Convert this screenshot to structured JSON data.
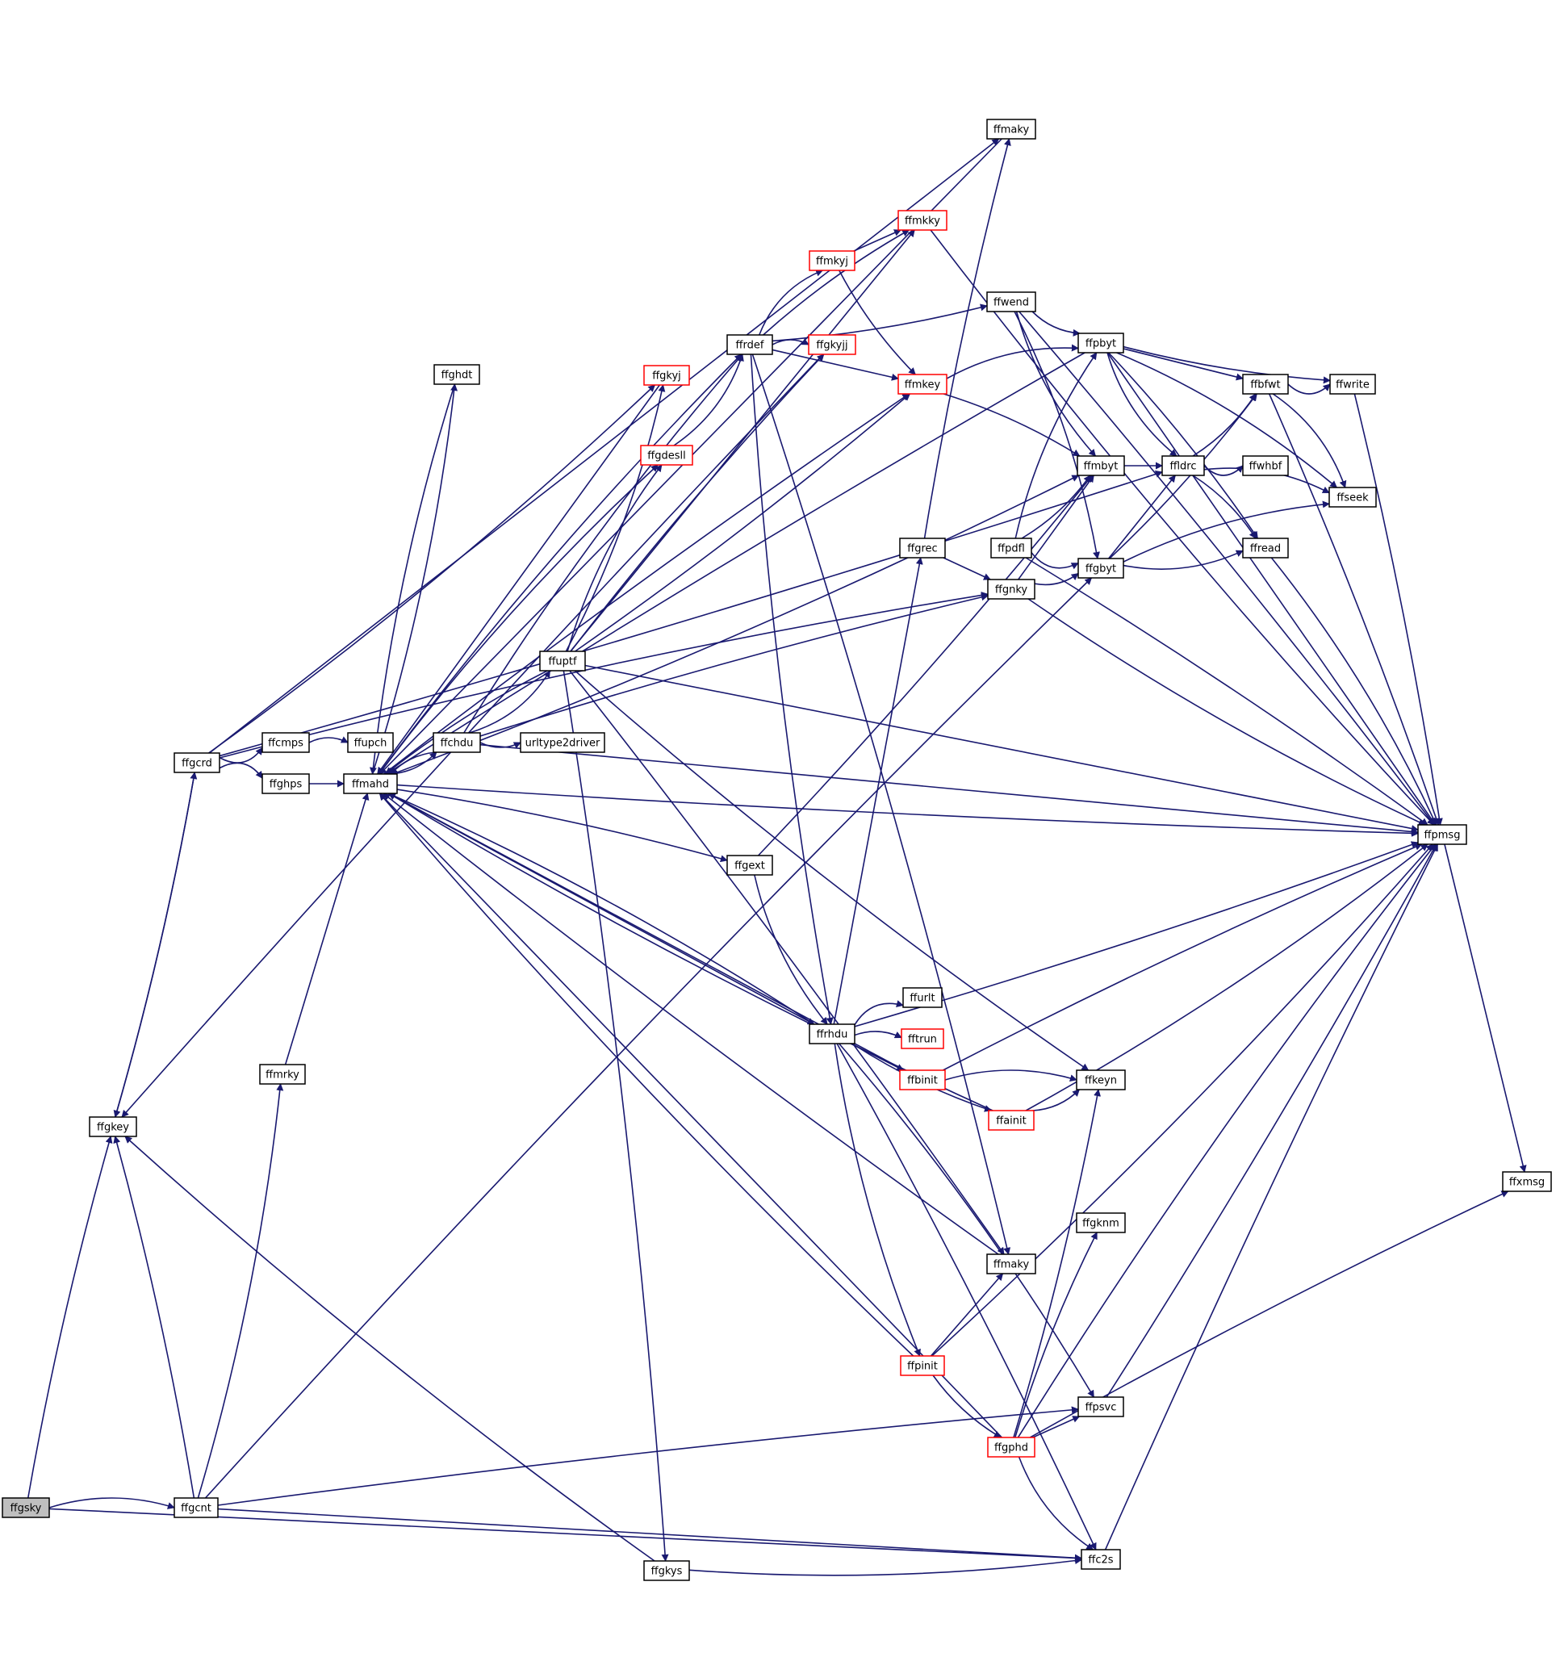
{
  "colors": {
    "edge": "#191970",
    "node_border": "#000000",
    "node_border_red": "#ff0000",
    "node_fill": "#ffffff",
    "root_fill": "#bfbfbf",
    "text": "#000000"
  },
  "nodes": [
    {
      "id": "ffgsky",
      "label": "ffgsky",
      "style": "root"
    },
    {
      "id": "ffgcnt",
      "label": "ffgcnt",
      "style": "normal"
    },
    {
      "id": "ffgkey",
      "label": "ffgkey",
      "style": "normal"
    },
    {
      "id": "ffgcrd",
      "label": "ffgcrd",
      "style": "normal"
    },
    {
      "id": "ffcmps",
      "label": "ffcmps",
      "style": "normal"
    },
    {
      "id": "ffghps",
      "label": "ffghps",
      "style": "normal"
    },
    {
      "id": "ffupch",
      "label": "ffupch",
      "style": "normal"
    },
    {
      "id": "ffmahd",
      "label": "ffmahd",
      "style": "normal"
    },
    {
      "id": "ffmrky",
      "label": "ffmrky",
      "style": "normal"
    },
    {
      "id": "ffghdt",
      "label": "ffghdt",
      "style": "normal"
    },
    {
      "id": "ffchdu",
      "label": "ffchdu",
      "style": "normal"
    },
    {
      "id": "urltype2driver",
      "label": "urltype2driver",
      "style": "normal"
    },
    {
      "id": "ffuptf",
      "label": "ffuptf",
      "style": "normal"
    },
    {
      "id": "ffgkyj",
      "label": "ffgkyj",
      "style": "red"
    },
    {
      "id": "ffgdesll",
      "label": "ffgdesll",
      "style": "red"
    },
    {
      "id": "ffrdef",
      "label": "ffrdef",
      "style": "normal"
    },
    {
      "id": "ffgkyjj",
      "label": "ffgkyjj",
      "style": "red"
    },
    {
      "id": "ffmkyj",
      "label": "ffmkyj",
      "style": "red"
    },
    {
      "id": "ffmkky",
      "label": "ffmkky",
      "style": "red"
    },
    {
      "id": "ffmkey",
      "label": "ffmkey",
      "style": "red"
    },
    {
      "id": "ffmaky_top",
      "label": "ffmaky",
      "style": "normal"
    },
    {
      "id": "ffwend",
      "label": "ffwend",
      "style": "normal"
    },
    {
      "id": "ffpbyt",
      "label": "ffpbyt",
      "style": "normal"
    },
    {
      "id": "ffbfwt",
      "label": "ffbfwt",
      "style": "normal"
    },
    {
      "id": "ffwrite",
      "label": "ffwrite",
      "style": "normal"
    },
    {
      "id": "ffmbyt",
      "label": "ffmbyt",
      "style": "normal"
    },
    {
      "id": "ffldrc",
      "label": "ffldrc",
      "style": "normal"
    },
    {
      "id": "ffwhbf",
      "label": "ffwhbf",
      "style": "normal"
    },
    {
      "id": "ffseek",
      "label": "ffseek",
      "style": "normal"
    },
    {
      "id": "ffread",
      "label": "ffread",
      "style": "normal"
    },
    {
      "id": "ffgrec",
      "label": "ffgrec",
      "style": "normal"
    },
    {
      "id": "ffpdfl",
      "label": "ffpdfl",
      "style": "normal"
    },
    {
      "id": "ffgnky",
      "label": "ffgnky",
      "style": "normal"
    },
    {
      "id": "ffgbyt",
      "label": "ffgbyt",
      "style": "normal"
    },
    {
      "id": "ffpmsg",
      "label": "ffpmsg",
      "style": "normal"
    },
    {
      "id": "ffxmsg",
      "label": "ffxmsg",
      "style": "normal"
    },
    {
      "id": "ffgext",
      "label": "ffgext",
      "style": "normal"
    },
    {
      "id": "ffrhdu",
      "label": "ffrhdu",
      "style": "normal"
    },
    {
      "id": "ffurlt",
      "label": "ffurlt",
      "style": "normal"
    },
    {
      "id": "fftrun",
      "label": "fftrun",
      "style": "red"
    },
    {
      "id": "ffbinit",
      "label": "ffbinit",
      "style": "red"
    },
    {
      "id": "ffkeyn",
      "label": "ffkeyn",
      "style": "normal"
    },
    {
      "id": "ffainit",
      "label": "ffainit",
      "style": "red"
    },
    {
      "id": "ffgknm",
      "label": "ffgknm",
      "style": "normal"
    },
    {
      "id": "ffmaky_bot",
      "label": "ffmaky",
      "style": "normal"
    },
    {
      "id": "ffpinit",
      "label": "ffpinit",
      "style": "red"
    },
    {
      "id": "ffpsvc",
      "label": "ffpsvc",
      "style": "normal"
    },
    {
      "id": "ffgphd",
      "label": "ffgphd",
      "style": "red"
    },
    {
      "id": "ffgkys",
      "label": "ffgkys",
      "style": "normal"
    },
    {
      "id": "ffc2s",
      "label": "ffc2s",
      "style": "normal"
    }
  ],
  "edges": [
    [
      "ffgsky",
      "ffgcnt"
    ],
    [
      "ffgsky",
      "ffgkey"
    ],
    [
      "ffgsky",
      "ffc2s"
    ],
    [
      "ffgcnt",
      "ffgkey"
    ],
    [
      "ffgcnt",
      "ffmrky"
    ],
    [
      "ffgcnt",
      "ffgbyt"
    ],
    [
      "ffgcnt",
      "ffpsvc"
    ],
    [
      "ffgcnt",
      "ffc2s"
    ],
    [
      "ffgkey",
      "ffgcrd"
    ],
    [
      "ffgcrd",
      "ffcmps"
    ],
    [
      "ffgcrd",
      "ffghps"
    ],
    [
      "ffgcrd",
      "ffgkey"
    ],
    [
      "ffgcrd",
      "ffmaky_top"
    ],
    [
      "ffgcrd",
      "ffldrc"
    ],
    [
      "ffgcrd",
      "ffgkyj"
    ],
    [
      "ffgcrd",
      "ffgnky"
    ],
    [
      "ffcmps",
      "ffupch"
    ],
    [
      "ffghps",
      "ffmahd"
    ],
    [
      "ffmahd",
      "ffchdu"
    ],
    [
      "ffmahd",
      "ffghdt"
    ],
    [
      "ffmahd",
      "ffrdef"
    ],
    [
      "ffmahd",
      "ffgext"
    ],
    [
      "ffmahd",
      "ffrhdu"
    ],
    [
      "ffmahd",
      "ffpmsg"
    ],
    [
      "ffmahd",
      "ffmbyt"
    ],
    [
      "ffmahd",
      "ffgdesll"
    ],
    [
      "ffmahd",
      "ffmkey"
    ],
    [
      "ffmrky",
      "ffmahd"
    ],
    [
      "ffchdu",
      "urltype2driver"
    ],
    [
      "ffchdu",
      "ffuptf"
    ],
    [
      "ffchdu",
      "ffrdef"
    ],
    [
      "ffchdu",
      "ffgnky"
    ],
    [
      "ffchdu",
      "ffpmsg"
    ],
    [
      "ffchdu",
      "ffmahd"
    ],
    [
      "ffuptf",
      "ffgkyj"
    ],
    [
      "ffuptf",
      "ffgdesll"
    ],
    [
      "ffuptf",
      "ffgkyjj"
    ],
    [
      "ffuptf",
      "ffmkky"
    ],
    [
      "ffuptf",
      "ffmkey"
    ],
    [
      "ffuptf",
      "ffkeyn"
    ],
    [
      "ffuptf",
      "ffgkys"
    ],
    [
      "ffuptf",
      "ffmaky_bot"
    ],
    [
      "ffuptf",
      "ffpmsg"
    ],
    [
      "ffuptf",
      "ffmahd"
    ],
    [
      "ffgdesll",
      "ffrdef"
    ],
    [
      "ffrdef",
      "ffmkyj"
    ],
    [
      "ffrdef",
      "ffgkyjj"
    ],
    [
      "ffrdef",
      "ffmkey"
    ],
    [
      "ffrdef",
      "ffwend"
    ],
    [
      "ffrdef",
      "ffrhdu"
    ],
    [
      "ffrdef",
      "ffmaky_bot"
    ],
    [
      "ffrdef",
      "ffmkky"
    ],
    [
      "ffmkyj",
      "ffmkky"
    ],
    [
      "ffmkyj",
      "ffmkey"
    ],
    [
      "ffmkky",
      "ffpmsg"
    ],
    [
      "ffmkey",
      "ffpbyt"
    ],
    [
      "ffmkey",
      "ffmbyt"
    ],
    [
      "ffmaky_top",
      "ffmahd"
    ],
    [
      "ffwend",
      "ffpbyt"
    ],
    [
      "ffwend",
      "ffmbyt"
    ],
    [
      "ffwend",
      "ffgbyt"
    ],
    [
      "ffwend",
      "ffpmsg"
    ],
    [
      "ffpbyt",
      "ffbfwt"
    ],
    [
      "ffpbyt",
      "ffwrite"
    ],
    [
      "ffpbyt",
      "ffldrc"
    ],
    [
      "ffpbyt",
      "ffseek"
    ],
    [
      "ffpbyt",
      "ffread"
    ],
    [
      "ffpbyt",
      "ffpmsg"
    ],
    [
      "ffpbyt",
      "ffmahd"
    ],
    [
      "ffbfwt",
      "ffwrite"
    ],
    [
      "ffbfwt",
      "ffseek"
    ],
    [
      "ffbfwt",
      "ffpmsg"
    ],
    [
      "ffmbyt",
      "ffldrc"
    ],
    [
      "ffldrc",
      "ffbfwt"
    ],
    [
      "ffldrc",
      "ffwhbf"
    ],
    [
      "ffldrc",
      "ffseek"
    ],
    [
      "ffldrc",
      "ffread"
    ],
    [
      "ffgbyt",
      "ffldrc"
    ],
    [
      "ffgbyt",
      "ffbfwt"
    ],
    [
      "ffgbyt",
      "ffread"
    ],
    [
      "ffgbyt",
      "ffseek"
    ],
    [
      "ffgrec",
      "ffmaky_top"
    ],
    [
      "ffgrec",
      "ffgnky"
    ],
    [
      "ffpdfl",
      "ffmbyt"
    ],
    [
      "ffpdfl",
      "ffgbyt"
    ],
    [
      "ffpdfl",
      "ffpbyt"
    ],
    [
      "ffpdfl",
      "ffpmsg"
    ],
    [
      "ffgnky",
      "ffmbyt"
    ],
    [
      "ffgnky",
      "ffgbyt"
    ],
    [
      "ffgnky",
      "ffpmsg"
    ],
    [
      "ffread",
      "ffpmsg"
    ],
    [
      "ffwrite",
      "ffpmsg"
    ],
    [
      "ffpmsg",
      "ffxmsg"
    ],
    [
      "ffgext",
      "ffmbyt"
    ],
    [
      "ffgext",
      "ffrhdu"
    ],
    [
      "ffrhdu",
      "ffurlt"
    ],
    [
      "ffrhdu",
      "fftrun"
    ],
    [
      "ffrhdu",
      "ffbinit"
    ],
    [
      "ffrhdu",
      "ffainit"
    ],
    [
      "ffrhdu",
      "ffpinit"
    ],
    [
      "ffrhdu",
      "ffpsvc"
    ],
    [
      "ffrhdu",
      "ffc2s"
    ],
    [
      "ffrhdu",
      "ffgrec"
    ],
    [
      "ffrhdu",
      "ffpmsg"
    ],
    [
      "ffrhdu",
      "ffmahd"
    ],
    [
      "ffbinit",
      "ffkeyn"
    ],
    [
      "ffbinit",
      "ffpmsg"
    ],
    [
      "ffbinit",
      "ffmahd"
    ],
    [
      "ffainit",
      "ffkeyn"
    ],
    [
      "ffainit",
      "ffpmsg"
    ],
    [
      "ffainit",
      "ffmahd"
    ],
    [
      "ffmaky_bot",
      "ffmahd"
    ],
    [
      "ffpinit",
      "ffmaky_bot"
    ],
    [
      "ffpinit",
      "ffgphd"
    ],
    [
      "ffpinit",
      "ffpmsg"
    ],
    [
      "ffpinit",
      "ffmahd"
    ],
    [
      "ffgphd",
      "ffgknm"
    ],
    [
      "ffgphd",
      "ffpsvc"
    ],
    [
      "ffgphd",
      "ffkeyn"
    ],
    [
      "ffgphd",
      "ffc2s"
    ],
    [
      "ffgphd",
      "ffpmsg"
    ],
    [
      "ffgphd",
      "ffxmsg"
    ],
    [
      "ffgphd",
      "ffmahd"
    ],
    [
      "ffpsvc",
      "ffpmsg"
    ],
    [
      "ffgkys",
      "ffc2s"
    ],
    [
      "ffgkys",
      "ffgkey"
    ],
    [
      "ffc2s",
      "ffpmsg"
    ],
    [
      "ffgkyj",
      "ffmahd"
    ],
    [
      "ffgkyjj",
      "ffgkey"
    ],
    [
      "ffghdt",
      "ffmahd"
    ]
  ]
}
